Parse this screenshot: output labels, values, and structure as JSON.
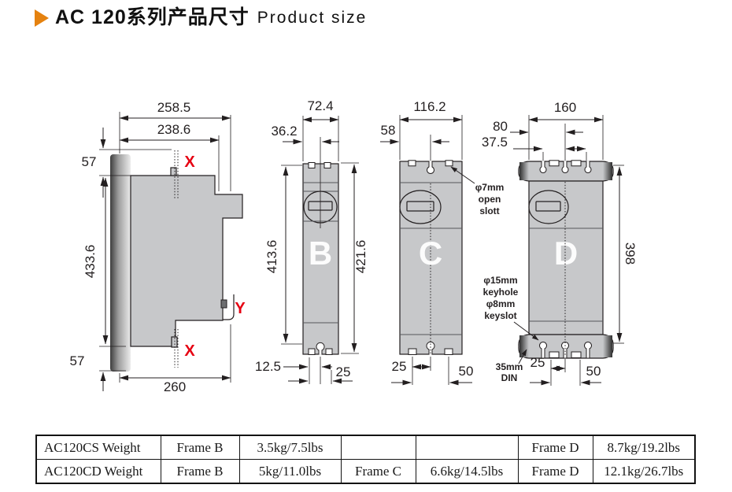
{
  "title": {
    "cjk": "AC 120系列产品尺寸",
    "en": "Product size"
  },
  "colors": {
    "accent_orange": "#e5820f",
    "marker_red": "#e60012",
    "body_gray": "#c7c8ca",
    "line": "#231f20"
  },
  "side_view": {
    "dim_overall_width": "258.5",
    "dim_body_width": "238.6",
    "dim_top_offset": "57",
    "dim_height": "433.6",
    "dim_bottom_offset": "57",
    "dim_base_width": "260",
    "marker_x_top": "X",
    "marker_x_bottom": "X",
    "marker_y": "Y"
  },
  "frame_b": {
    "label": "B",
    "dim_width": "72.4",
    "dim_half_width": "36.2",
    "dim_height_body": "413.6",
    "dim_height_overall": "421.6",
    "dim_slot_offset": "12.5",
    "dim_slot_pitch": "25"
  },
  "frame_c": {
    "label": "C",
    "dim_width": "116.2",
    "dim_half_width": "58",
    "dim_slot_offset": "25",
    "dim_slot_pitch": "50"
  },
  "frame_d": {
    "label": "D",
    "dim_width": "160",
    "dim_half_width": "80",
    "dim_hole_spacing": "37.5",
    "dim_height": "398",
    "dim_slot_offset": "25",
    "dim_slot_pitch": "50"
  },
  "annotations": {
    "open_slot_line1": "φ7mm",
    "open_slot_line2": "open",
    "open_slot_line3": "slott",
    "keyhole_line1": "φ15mm",
    "keyhole_line2": "keyhole",
    "keyhole_line3": "φ8mm",
    "keyhole_line4": "keyslot",
    "din_line1": "35mm",
    "din_line2": "DIN"
  },
  "weight_table": {
    "rows": [
      [
        "AC120CS Weight",
        "Frame B",
        "3.5kg/7.5lbs",
        "",
        "",
        "Frame D",
        "8.7kg/19.2lbs"
      ],
      [
        "AC120CD Weight",
        "Frame B",
        "5kg/11.0lbs",
        "Frame C",
        "6.6kg/14.5lbs",
        "Frame D",
        "12.1kg/26.7lbs"
      ]
    ]
  }
}
